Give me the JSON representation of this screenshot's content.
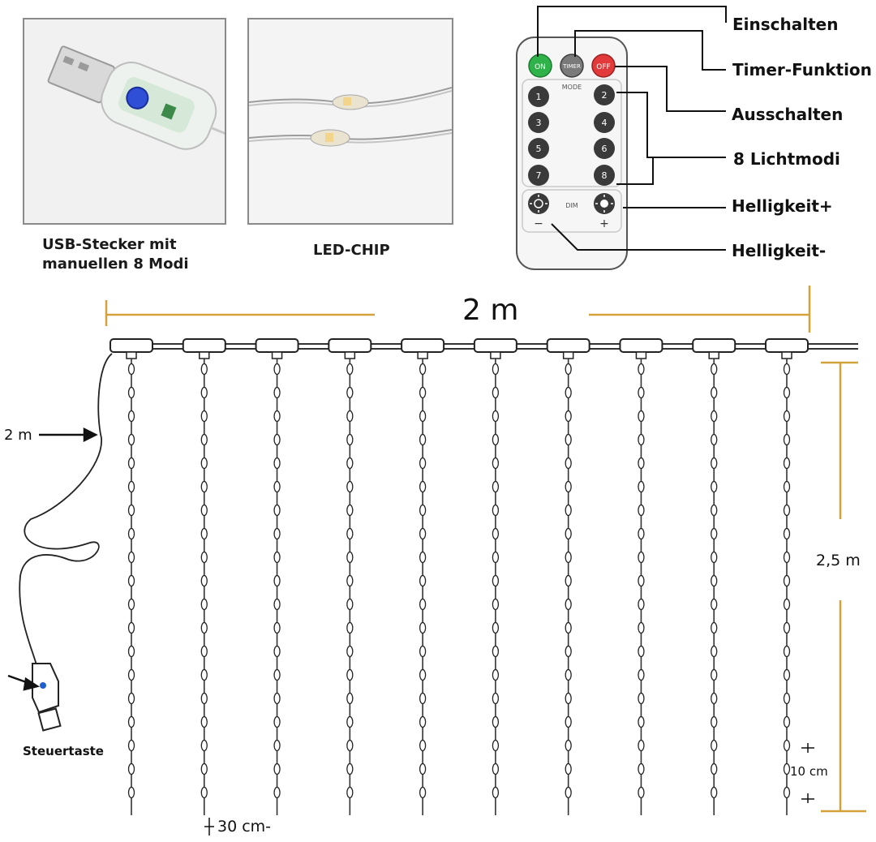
{
  "photos": {
    "usb_caption_line1": "USB-Stecker mit",
    "usb_caption_line2": "manuellen 8 Modi",
    "led_caption": "LED-CHIP"
  },
  "remote": {
    "btn_on": "ON",
    "btn_timer": "TIMER",
    "btn_off": "OFF",
    "mode_label": "MODE",
    "dim_label": "DIM",
    "minus": "−",
    "plus": "+",
    "number_keys": [
      "1",
      "2",
      "3",
      "4",
      "5",
      "6",
      "7",
      "8"
    ]
  },
  "callouts": {
    "einschalten": "Einschalten",
    "timer": "Timer-Funktion",
    "ausschalten": "Ausschalten",
    "lichtmodi": "8 Lichtmodi",
    "helligkeit_plus": "Helligkeit+",
    "helligkeit_minus": "Helligkeit-"
  },
  "dimensions": {
    "width": "2 m",
    "height": "2,5 m",
    "cable_length": "2 m",
    "spacing": "30 cm-",
    "led_spacing": "10 cm",
    "control_button": "Steuertaste"
  },
  "strands": {
    "count": 10
  },
  "colors": {
    "accent_line": "#d4a23a",
    "on_button": "#2fb24a",
    "off_button": "#e23a3a",
    "control_dot": "#1f5fd0"
  }
}
